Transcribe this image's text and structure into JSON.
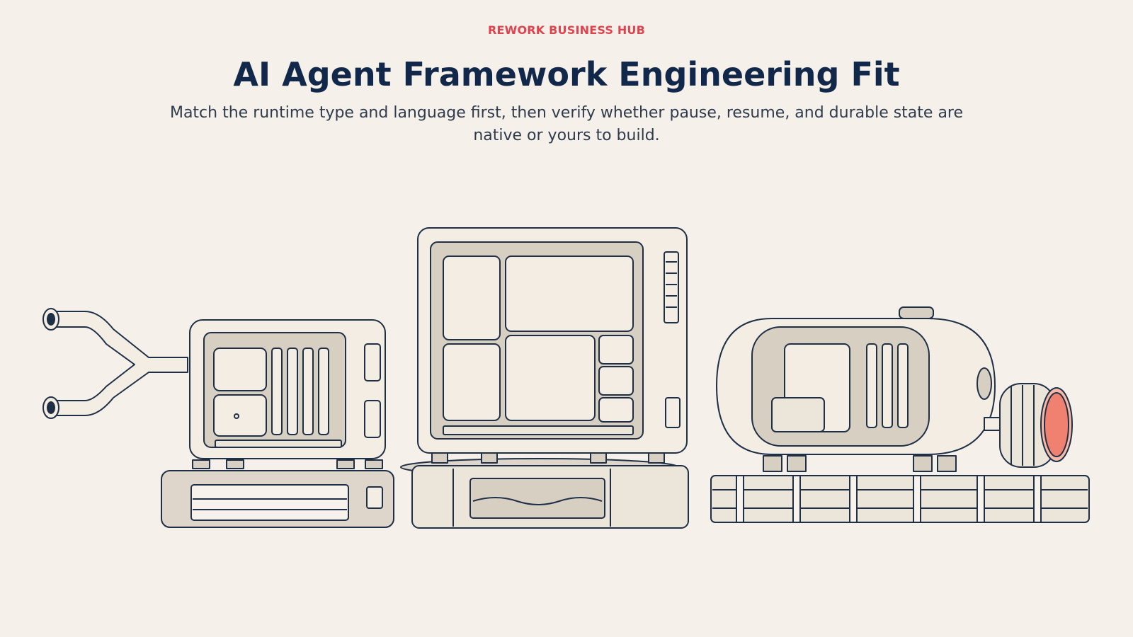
{
  "header": {
    "eyebrow": "REWORK BUSINESS HUB",
    "title": "AI Agent Framework Engineering Fit",
    "subtitle": "Match the runtime type and language first, then verify whether pause, resume, and durable state are native or yours to build."
  },
  "illustration": {
    "stroke": "#1f2f45",
    "body_fill": "#f3ede4",
    "shade_fill": "#d8cfc3",
    "accent": "#f08070",
    "icons": [
      "pipe-icon",
      "compact-runtime-icon",
      "cabinet-runtime-icon",
      "tank-runtime-icon"
    ]
  }
}
